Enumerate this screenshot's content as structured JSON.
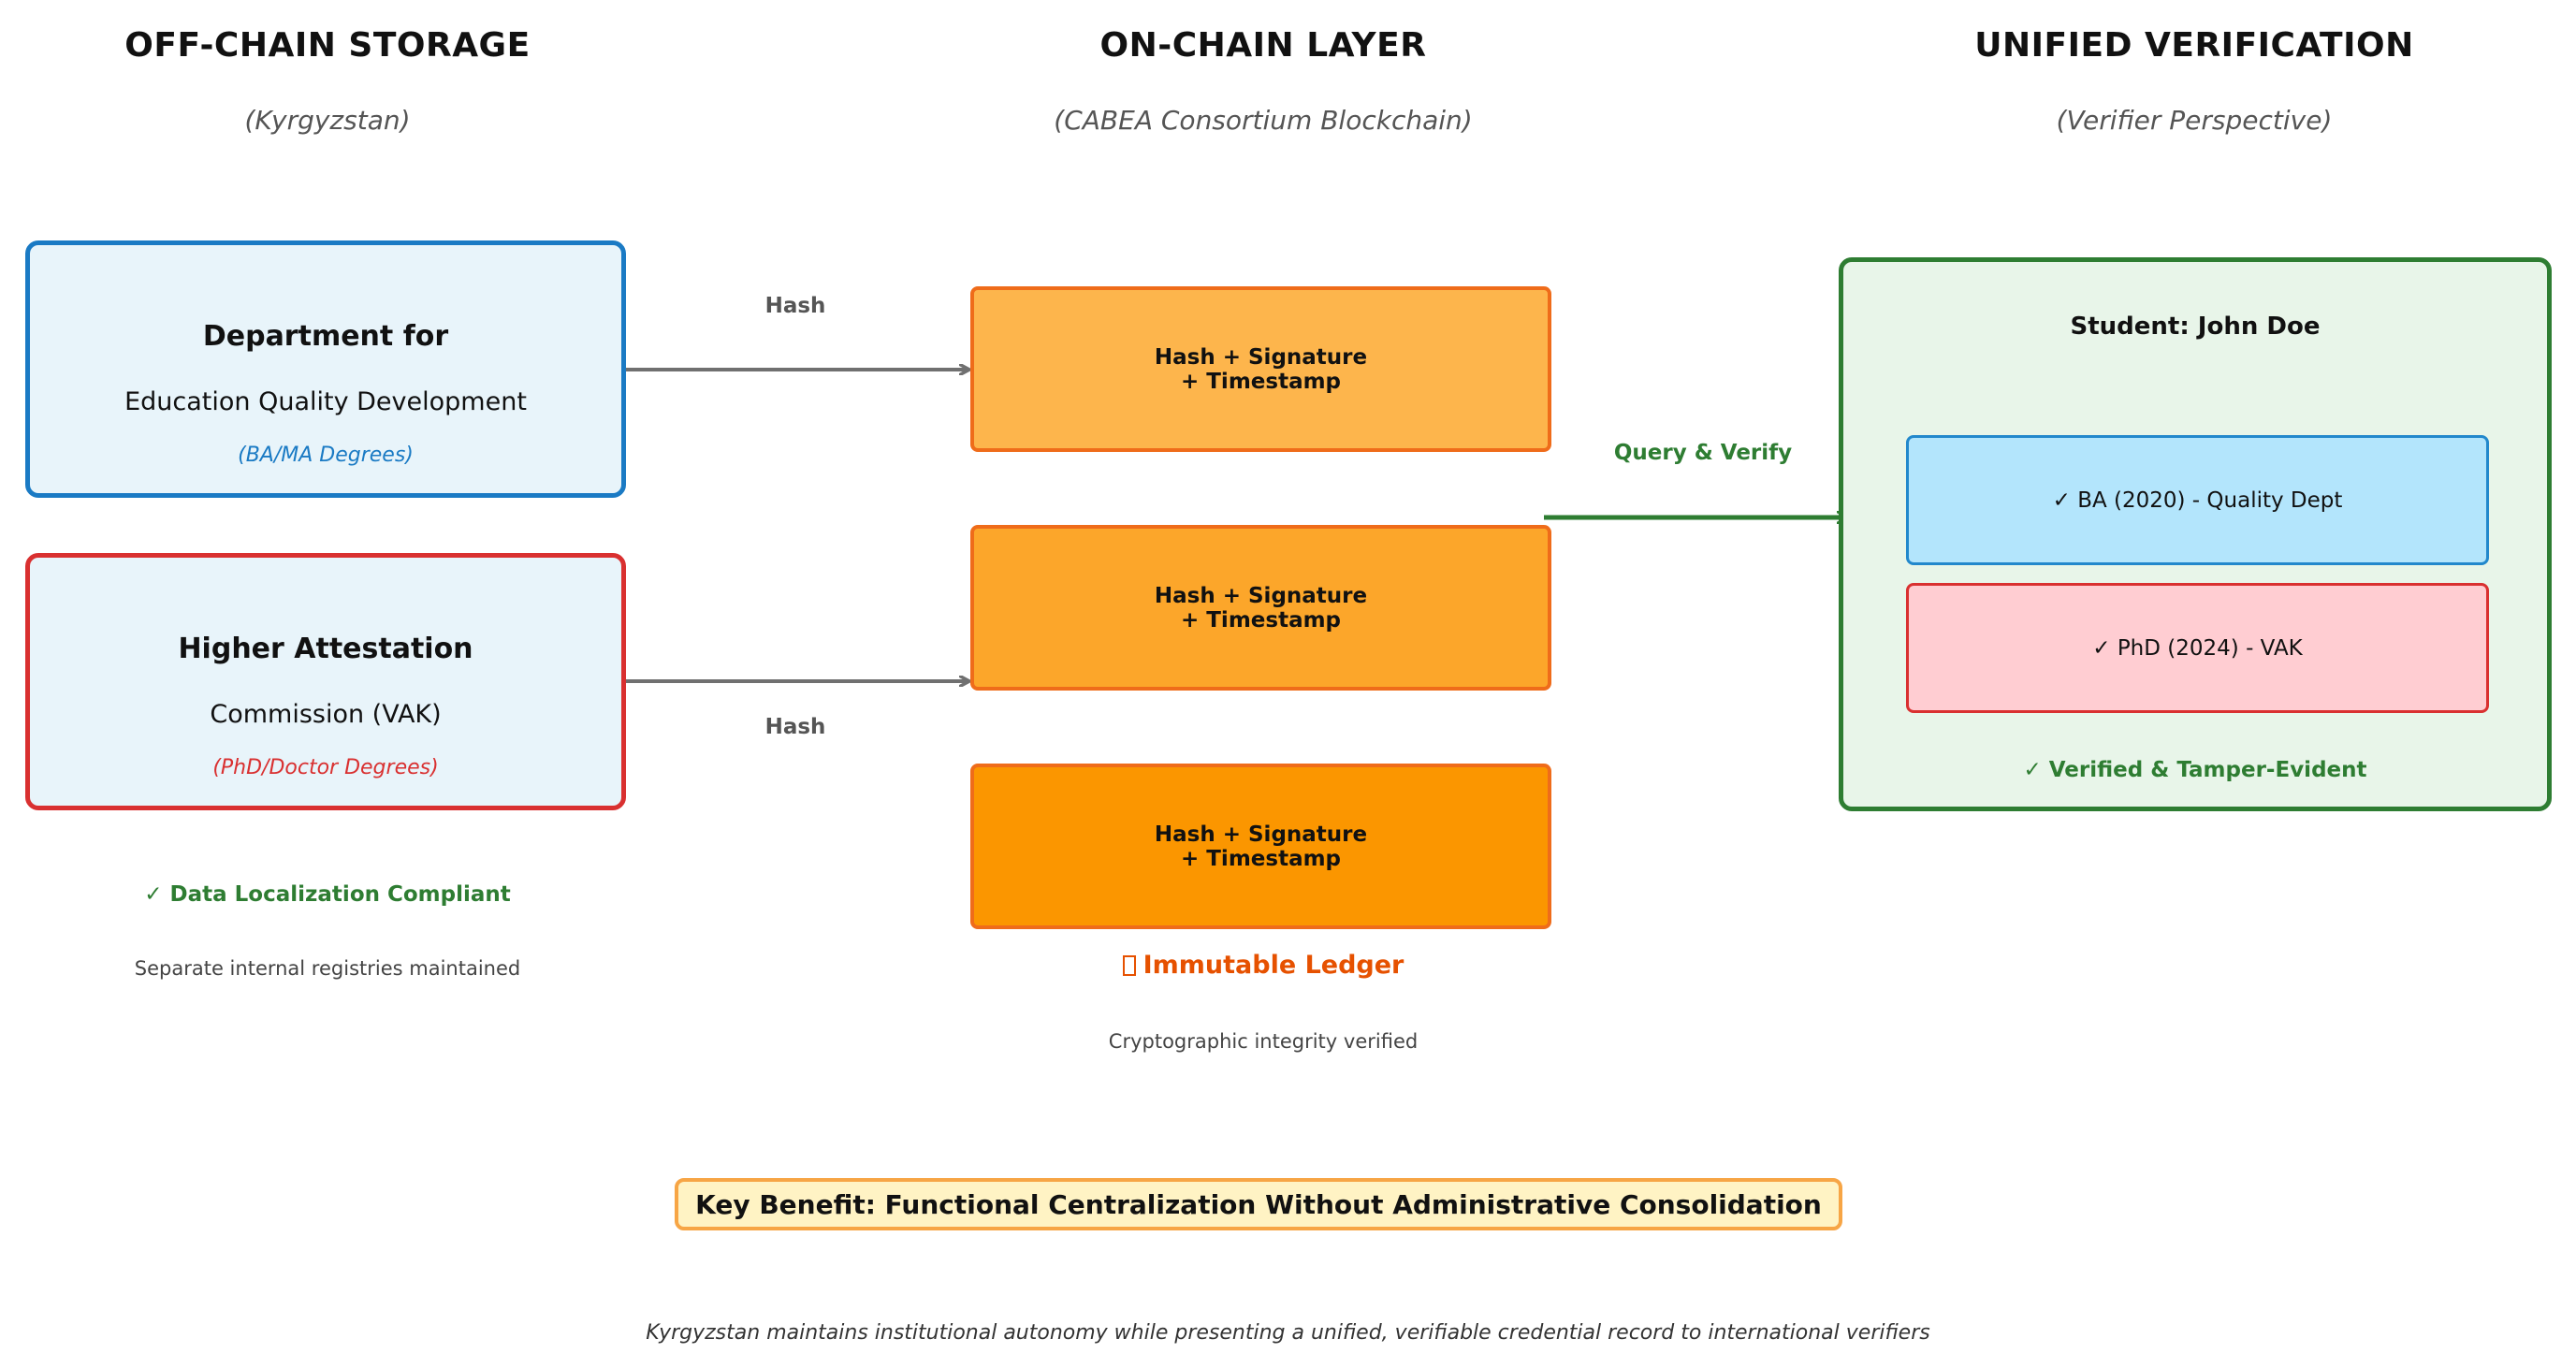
{
  "columns": {
    "offchain": {
      "title": "OFF-CHAIN STORAGE",
      "subtitle": "(Kyrgyzstan)"
    },
    "onchain": {
      "title": "ON-CHAIN LAYER",
      "subtitle": "(CABEA Consortium Blockchain)"
    },
    "verification": {
      "title": "UNIFIED VERIFICATION",
      "subtitle": "(Verifier Perspective)"
    }
  },
  "sources": [
    {
      "title": "Department for",
      "line": "Education Quality Development",
      "note": "(BA/MA Degrees)",
      "color": "#1a7ac4"
    },
    {
      "title": "Higher Attestation",
      "line": "Commission (VAK)",
      "note": "(PhD/Doctor Degrees)",
      "color": "#d93030"
    }
  ],
  "offchain_footer": {
    "compliance": "✓ Data Localization Compliant",
    "note": "Separate internal registries maintained"
  },
  "arrows": {
    "hash_top": "Hash",
    "hash_bottom": "Hash",
    "query": "Query & Verify"
  },
  "chain_blocks": [
    {
      "line1": "Hash + Signature",
      "line2": "+ Timestamp",
      "fill": "#fdb54c"
    },
    {
      "line1": "Hash + Signature",
      "line2": "+ Timestamp",
      "fill": "#fca62a"
    },
    {
      "line1": "Hash + Signature",
      "line2": "+ Timestamp",
      "fill": "#fb9600"
    }
  ],
  "ledger": {
    "icon": "lock-icon",
    "label": "Immutable Ledger",
    "note": "Cryptographic integrity verified"
  },
  "verifier": {
    "student": "Student: John Doe",
    "credentials": [
      {
        "text": "✓ BA (2020) - Quality Dept",
        "fill": "#b3e5fc",
        "border": "#2288cc"
      },
      {
        "text": "✓ PhD (2024) - VAK",
        "fill": "#ffcdd2",
        "border": "#d93030"
      }
    ],
    "status": "✓ Verified & Tamper-Evident"
  },
  "key_benefit": "Key Benefit: Functional Centralization Without Administrative Consolidation",
  "footer_note": "Kyrgyzstan maintains institutional autonomy while presenting a unified, verifiable credential record to international verifiers",
  "colors": {
    "green": "#2e7d32",
    "orange": "#e65100",
    "arrow_grey": "#707070"
  }
}
